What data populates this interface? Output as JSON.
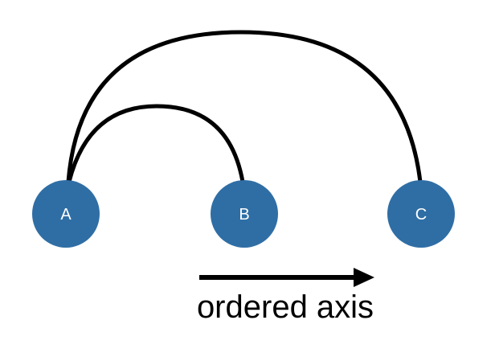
{
  "colors": {
    "node_fill": "#2f6ea5",
    "node_label": "#ffffff",
    "arc_stroke": "#000000",
    "background": "#ffffff"
  },
  "nodes": [
    {
      "id": "A",
      "label": "A"
    },
    {
      "id": "B",
      "label": "B"
    },
    {
      "id": "C",
      "label": "C"
    }
  ],
  "arcs": [
    {
      "from": "A",
      "to": "B"
    },
    {
      "from": "A",
      "to": "C"
    }
  ],
  "axis": {
    "label": "ordered axis",
    "direction": "right-arrow"
  }
}
